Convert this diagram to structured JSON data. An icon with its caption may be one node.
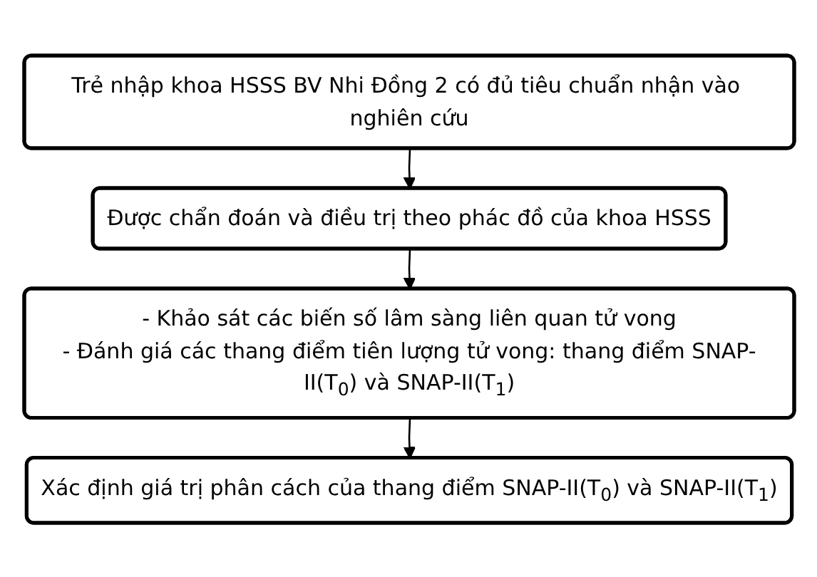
{
  "diagram": {
    "nodes": [
      {
        "text": [
          "Trẻ nhập khoa HSSS BV Nhi Đồng 2 có đủ tiêu chuẩn nhận vào nghiên cứu"
        ]
      },
      {
        "text": [
          "Được chẩn đoán và điều trị theo phác đồ của khoa HSSS"
        ]
      },
      {
        "text": [
          "- Khảo sát các biến số lâm sàng liên quan tử vong",
          "- Đánh giá các thang điểm tiên lượng tử vong: thang điểm SNAP-II(T$_{0}$) và SNAP-II(T$_{1}$)"
        ]
      },
      {
        "text": [
          "Xác định giá trị phân cách của thang điểm SNAP-II(T$_{0}$) và SNAP-II(T$_{1}$)"
        ]
      }
    ],
    "edges": [
      {
        "from": 0,
        "to": 1,
        "arrow": "to"
      },
      {
        "from": 1,
        "to": 2,
        "arrow": "to"
      },
      {
        "from": 2,
        "to": 3,
        "arrow": "to"
      }
    ]
  }
}
